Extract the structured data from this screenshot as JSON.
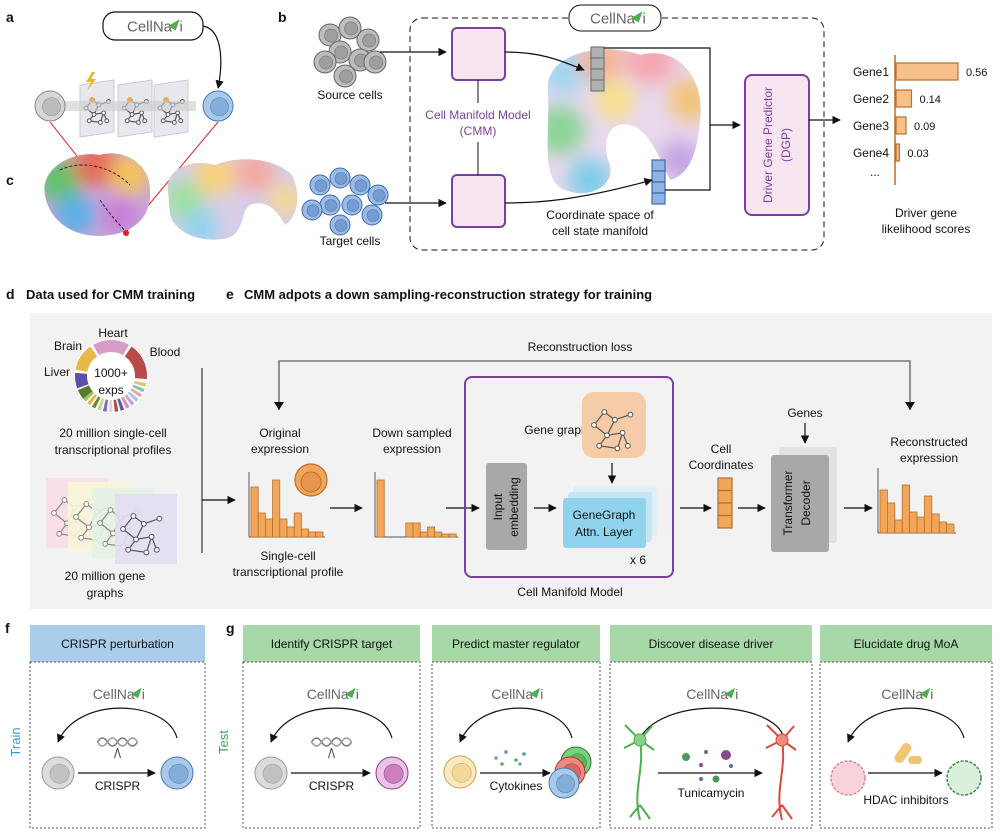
{
  "logo": "CellNavi",
  "colors": {
    "purple": "#7b3f9e",
    "bar": "#f2a65a",
    "bar_stroke": "#b86e2c",
    "panel_bg": "#f2f2f2",
    "blue_header": "#a9cdea",
    "green_header": "#a6d8a8",
    "train": "#3a9ad9",
    "test": "#3aa35b",
    "attn_layer": "#8fd3ec",
    "gene_graph_bg": "#f6cca8"
  },
  "panel_labels": {
    "a": "a",
    "b": "b",
    "c": "c",
    "d": "d",
    "e": "e",
    "f": "f",
    "g": "g"
  },
  "b": {
    "source_cells": "Source cells",
    "target_cells": "Target cells",
    "cmm_line1": "Cell Manifold Model",
    "cmm_line2": "(CMM)",
    "coord_line1": "Coordinate space of",
    "coord_line2": "cell state manifold",
    "dgp_line1": "Driver Gene Predictor",
    "dgp_line2": "(DGP)",
    "scores": [
      {
        "gene": "Gene1",
        "value": 0.56
      },
      {
        "gene": "Gene2",
        "value": 0.14
      },
      {
        "gene": "Gene3",
        "value": 0.09
      },
      {
        "gene": "Gene4",
        "value": 0.03
      }
    ],
    "ellipsis": "...",
    "scores_line1": "Driver gene",
    "scores_line2": "likelihood scores"
  },
  "d": {
    "title": "Data used for CMM training",
    "tissues": [
      "Heart",
      "Brain",
      "Blood",
      "Liver"
    ],
    "center_line1": "1000+",
    "center_line2": "exps",
    "profiles_line1": "20 million single-cell",
    "profiles_line2": "transcriptional profiles",
    "graphs_line1": "20 million gene",
    "graphs_line2": "graphs"
  },
  "e": {
    "title": "CMM adpots a down sampling-reconstruction strategy for training",
    "reconstruction_loss": "Reconstruction loss",
    "original_line1": "Original",
    "original_line2": "expression",
    "profile_line1": "Single-cell",
    "profile_line2": "transcriptional profile",
    "down_line1": "Down sampled",
    "down_line2": "expression",
    "gene_graph": "Gene graph",
    "input_line1": "Input",
    "input_line2": "embedding",
    "attn_line1": "GeneGraph",
    "attn_line2": "Attn. Layer",
    "repeat": "x 6",
    "cmm": "Cell Manifold Model",
    "coords_line1": "Cell",
    "coords_line2": "Coordinates",
    "genes": "Genes",
    "decoder_line1": "Transformer",
    "decoder_line2": "Decoder",
    "recon_line1": "Reconstructed",
    "recon_line2": "expression"
  },
  "f": {
    "side": "Train",
    "header": "CRISPR perturbation",
    "perturbation": "CRISPR"
  },
  "g": {
    "side": "Test",
    "tasks": [
      {
        "header": "Identify CRISPR target",
        "perturbation": "CRISPR"
      },
      {
        "header": "Predict master regulator",
        "perturbation": "Cytokines"
      },
      {
        "header": "Discover disease driver",
        "perturbation": "Tunicamycin"
      },
      {
        "header": "Elucidate drug MoA",
        "perturbation": "HDAC inhibitors"
      }
    ]
  }
}
